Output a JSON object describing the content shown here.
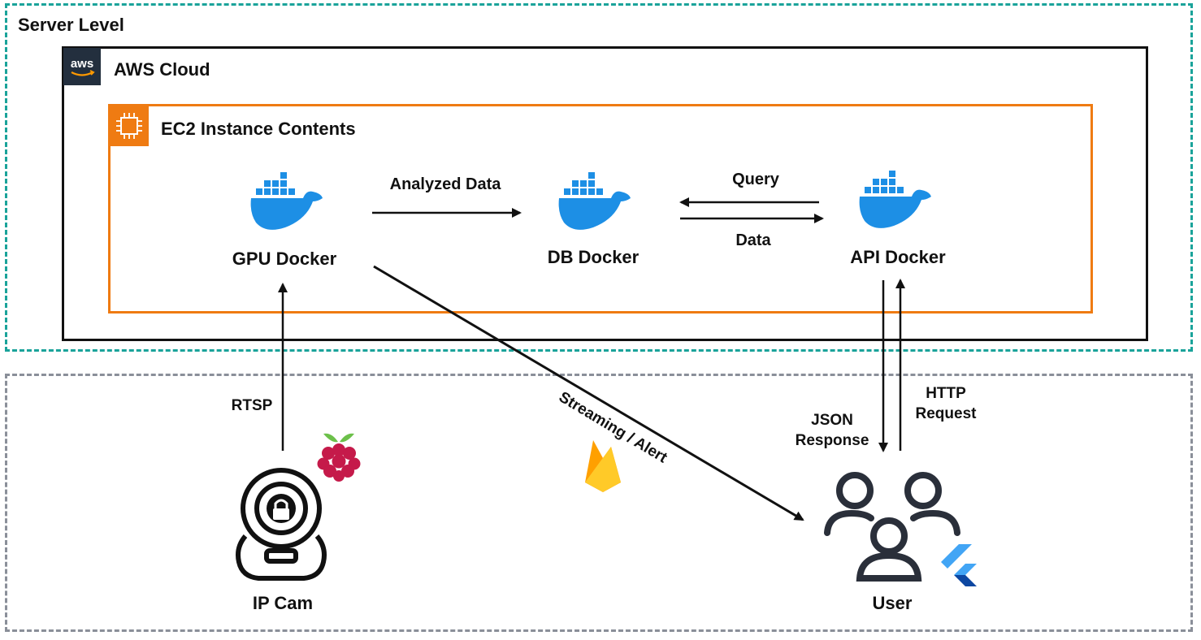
{
  "zones": {
    "server": {
      "label": "Server Level",
      "border_color": "#1aa39a"
    },
    "client": {
      "label": "",
      "border_color": "#8a8f99"
    }
  },
  "aws": {
    "label": "AWS Cloud",
    "logo_text": "aws",
    "logo_icon": "aws-logo-icon"
  },
  "ec2": {
    "label": "EC2 Instance Contents",
    "color": "#ef7b12",
    "icon": "ec2-chip-icon"
  },
  "nodes": {
    "gpu": {
      "label": "GPU Docker",
      "icon": "docker-whale-icon"
    },
    "db": {
      "label": "DB Docker",
      "icon": "docker-whale-icon"
    },
    "api": {
      "label": "API Docker",
      "icon": "docker-whale-icon"
    },
    "ipcam": {
      "label": "IP Cam",
      "icon": "ip-camera-icon"
    },
    "user": {
      "label": "User",
      "icon": "users-group-icon"
    }
  },
  "edges": {
    "analyzed": "Analyzed Data",
    "query": "Query",
    "data": "Data",
    "rtsp": "RTSP",
    "streaming": "Streaming / Alert",
    "json_line1": "JSON",
    "json_line2": "Response",
    "http_line1": "HTTP",
    "http_line2": "Request"
  },
  "badges": {
    "raspberry": "raspberry-pi-icon",
    "firebase": "firebase-icon",
    "flutter": "flutter-icon"
  },
  "colors": {
    "docker_blue": "#1d8fe5",
    "aws_dark": "#232f3e",
    "raspberry_red": "#c51a4a",
    "raspberry_green": "#6cc04a",
    "firebase_yellow": "#ffca28",
    "firebase_orange": "#f6820d",
    "flutter_blue": "#42a5f5",
    "flutter_dark": "#0d47a1",
    "icon_dark": "#2a2f3a"
  }
}
